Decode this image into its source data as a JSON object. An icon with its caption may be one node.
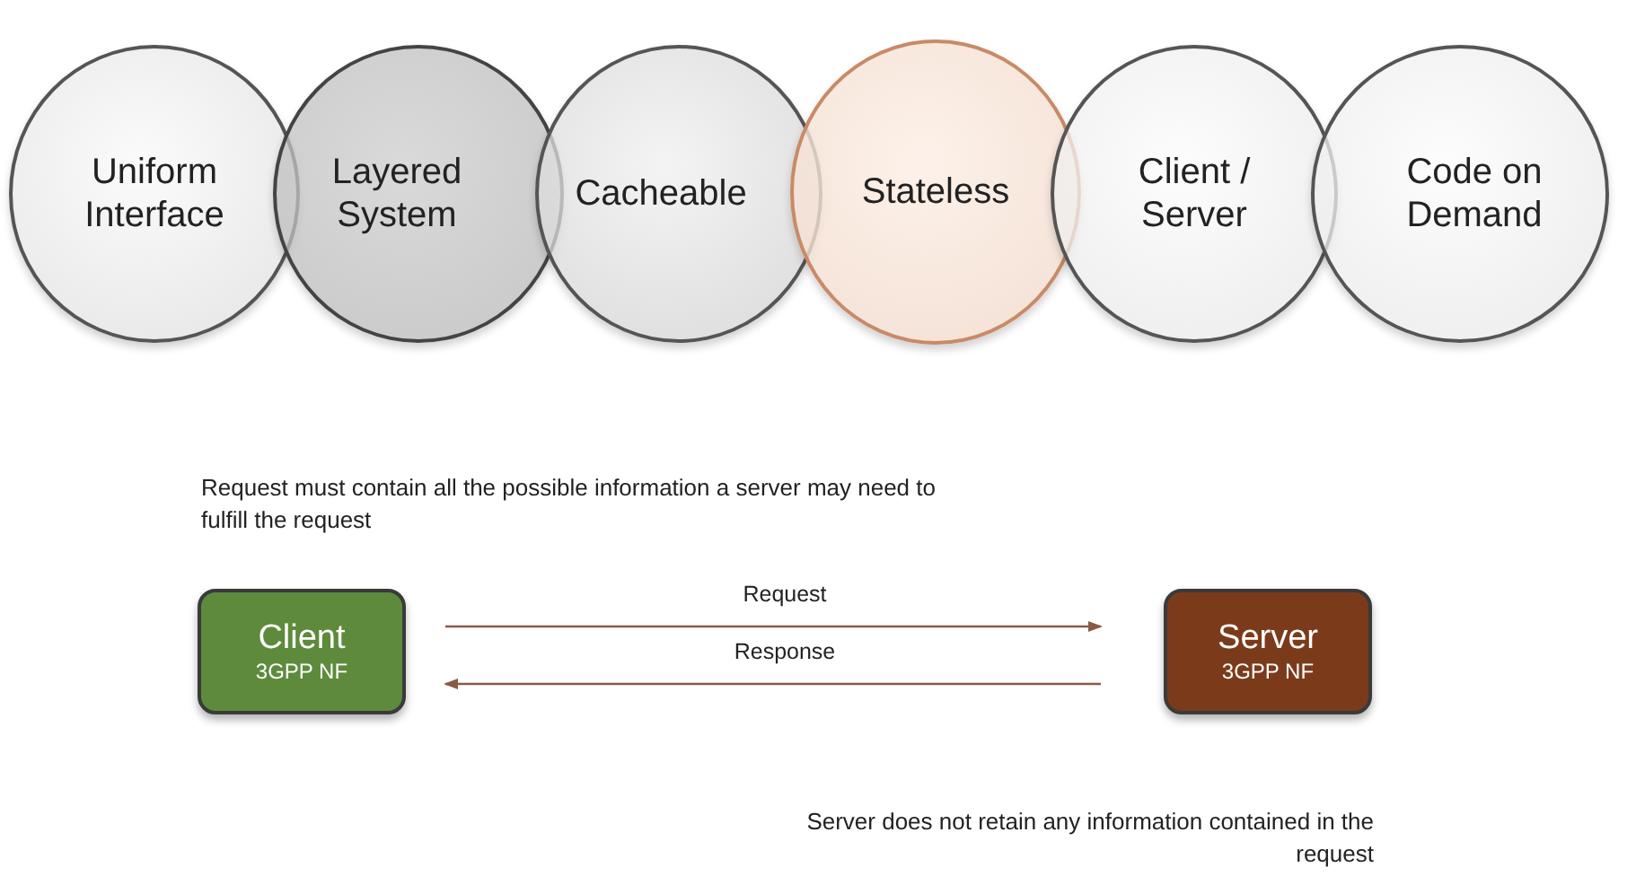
{
  "diagram": {
    "nodes": [
      {
        "text": [
          "Uniform Interface"
        ]
      },
      {
        "text": [
          "Layered System"
        ]
      },
      {
        "text": [
          "Cacheable"
        ]
      },
      {
        "text": [
          "Stateless"
        ]
      },
      {
        "text": [
          "Client / Server"
        ]
      },
      {
        "text": [
          "Code on Demand"
        ]
      },
      {
        "text": [
          "Client",
          "3GPP NF"
        ]
      },
      {
        "text": [
          "Server",
          "3GPP NF"
        ]
      }
    ],
    "edges": [
      {
        "from": 6,
        "to": 7,
        "arrow": "to",
        "label": "Request"
      },
      {
        "from": 7,
        "to": 6,
        "arrow": "to",
        "label": "Response"
      }
    ],
    "labels": [
      "Request must contain all the possible information a server may need to fulfill the request",
      "Server does not retain any information contained in the request"
    ]
  }
}
